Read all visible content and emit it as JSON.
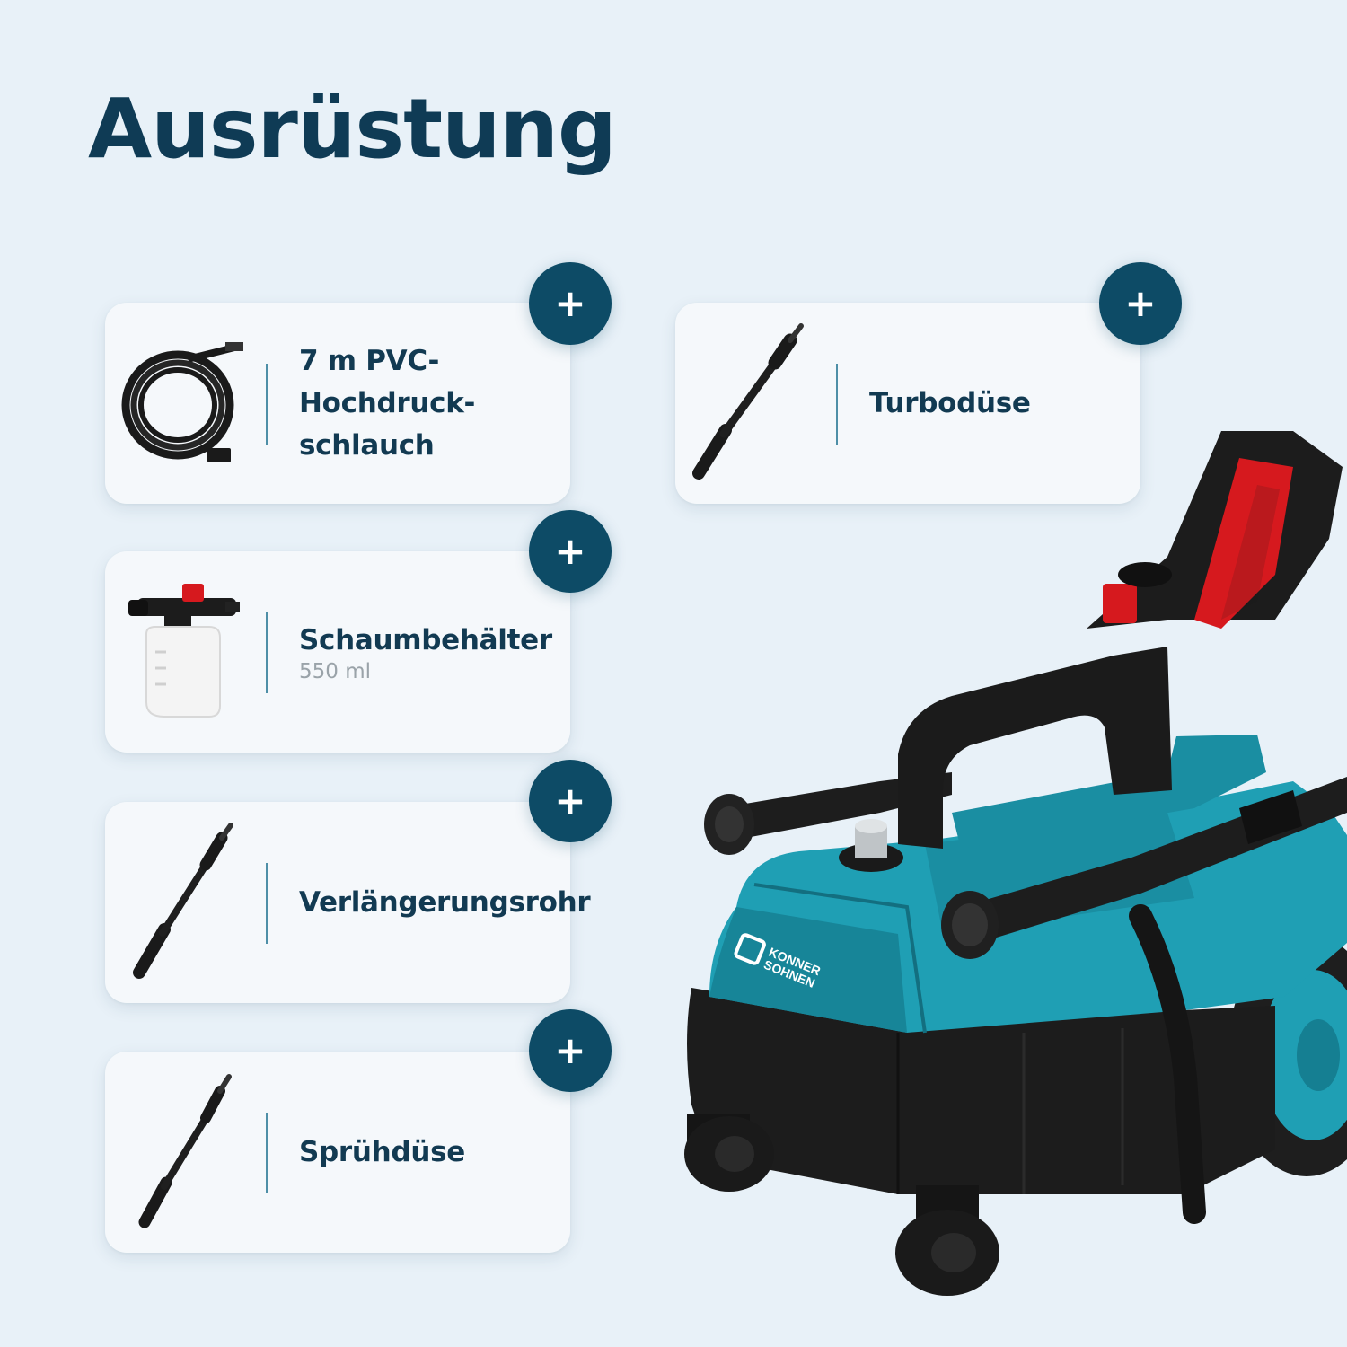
{
  "page": {
    "title": "Ausrüstung"
  },
  "colors": {
    "background": "#e8f1f8",
    "title": "#0f3b55",
    "plus_button": "#0d4b66",
    "divider": "#4e8fa7",
    "machine_teal": "#1f9fb4",
    "machine_black": "#1b1b1b",
    "handle_red": "#d6191e"
  },
  "items": [
    {
      "label": "7 m PVC-\nHochdruck-\nschlauch",
      "sublabel": "",
      "icon": "hose-coil-icon",
      "plus": "+"
    },
    {
      "label": "Turbodüse",
      "sublabel": "",
      "icon": "turbo-nozzle-icon",
      "plus": "+"
    },
    {
      "label": "Schaumbehälter",
      "sublabel": "550 ml",
      "icon": "foam-bottle-icon",
      "plus": "+"
    },
    {
      "label": "Verlängerungsrohr",
      "sublabel": "",
      "icon": "extension-lance-icon",
      "plus": "+"
    },
    {
      "label": "Sprühdüse",
      "sublabel": "",
      "icon": "spray-nozzle-icon",
      "plus": "+"
    }
  ],
  "product": {
    "brand_logo": "KONNER SOHNEN",
    "icon": "pressure-washer-image"
  }
}
